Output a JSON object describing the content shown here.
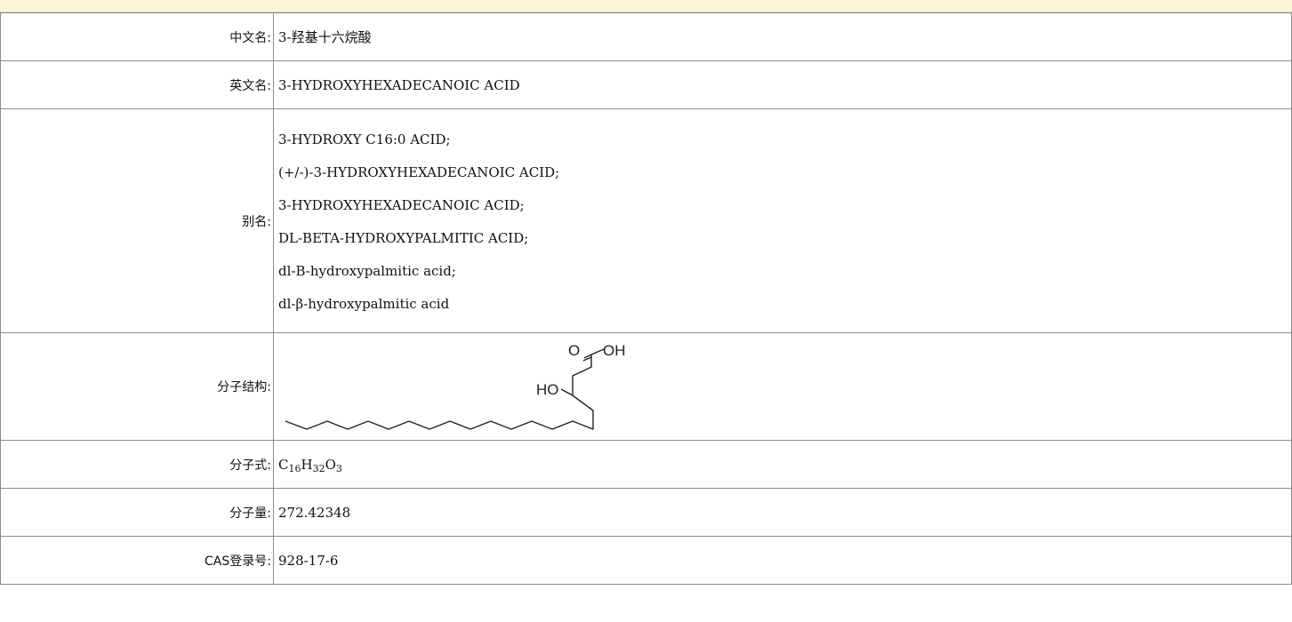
{
  "rows": {
    "chinese_name": {
      "label": "中文名:",
      "value": "3-羟基十六烷酸"
    },
    "english_name": {
      "label": "英文名:",
      "value": "3-HYDROXYHEXADECANOIC ACID"
    },
    "aliases": {
      "label": "别名:",
      "items": [
        "3-HYDROXY C16:0 ACID;",
        "(+/-)-3-HYDROXYHEXADECANOIC ACID;",
        "3-HYDROXYHEXADECANOIC ACID;",
        "DL-BETA-HYDROXYPALMITIC ACID;",
        "dl-B-hydroxypalmitic acid;",
        "dl-β-hydroxypalmitic acid"
      ]
    },
    "structure": {
      "label": "分子结构:",
      "o_label": "O",
      "oh_label": "OH",
      "ho_label": "HO"
    },
    "formula": {
      "label": "分子式:",
      "c": "C",
      "c_n": "16",
      "h": "H",
      "h_n": "32",
      "o": "O",
      "o_n": "3"
    },
    "molecular_weight": {
      "label": "分子量:",
      "value": "272.42348"
    },
    "cas": {
      "label": "CAS登录号:",
      "value": "928-17-6"
    }
  }
}
